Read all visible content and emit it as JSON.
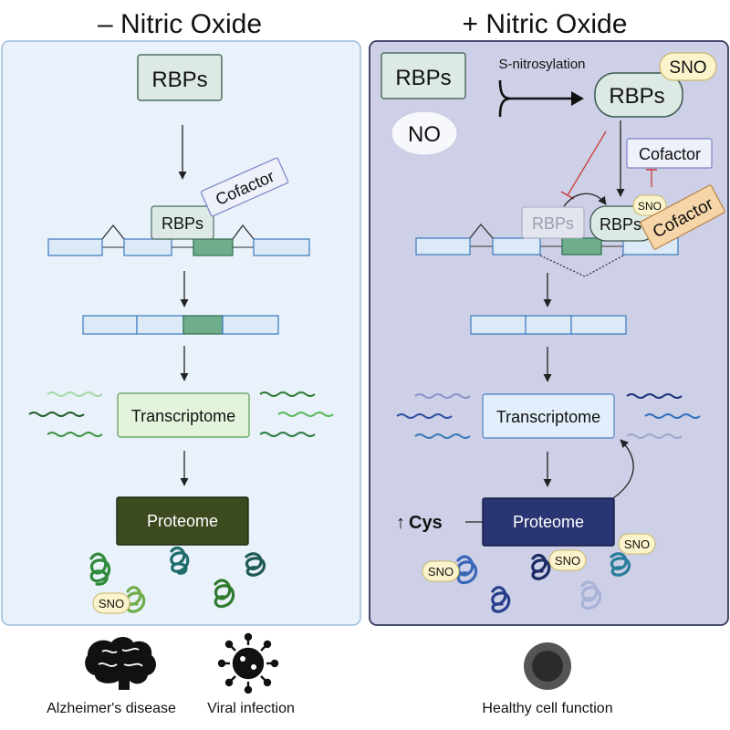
{
  "left_panel": {
    "title": "– Nitric Oxide",
    "rbps_top": "RBPs",
    "rbps_bound": "RBPs",
    "cofactor": "Cofactor",
    "transcriptome": "Transcriptome",
    "proteome": "Proteome",
    "sno": "SNO",
    "outcomes": [
      "Alzheimer's disease",
      "Viral infection"
    ]
  },
  "right_panel": {
    "title": "+ Nitric Oxide",
    "rbps_top": "RBPs",
    "no": "NO",
    "s_nitrosylation": "S-nitrosylation",
    "rbps_sno": "RBPs",
    "sno_badge": "SNO",
    "cofactor_box": "Cofactor",
    "rbps_faded": "RBPs",
    "rbps_bound": "RBPs",
    "sno_small": "SNO",
    "cofactor_tilted": "Cofactor",
    "transcriptome": "Transcriptome",
    "proteome": "Proteome",
    "cys_label": "Cys",
    "sno_labels": [
      "SNO",
      "SNO",
      "SNO"
    ],
    "outcome": "Healthy cell function"
  },
  "colors": {
    "left_bg": "#e9f1fa",
    "right_bg": "#cdd0e6",
    "exon": "#dce9f7",
    "exon_alt": "#6fae8c",
    "rbp_fill": "#dde9e4",
    "left_proteome": "#3c4a1f",
    "right_proteome": "#2a3574",
    "sno_fill": "#fbf3cc",
    "cofactor_orange": "#f6d6a8",
    "inhibit_red": "#cc3a3a"
  }
}
